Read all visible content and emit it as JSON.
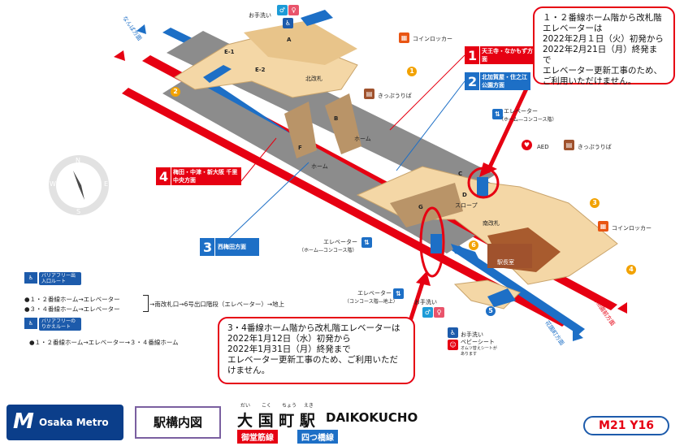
{
  "station": {
    "title_ja": "大 国 町 駅",
    "title_en": "DAIKOKUCHO",
    "ruby": [
      "だい",
      "こく",
      "ちょう",
      "えき"
    ],
    "map_label": "駅構内図",
    "line1": "御堂筋線",
    "line2": "四つ橋線",
    "codes": "M21 Y16",
    "logo_text": "Osaka Metro"
  },
  "platforms": {
    "p1_num": "1",
    "p1_dest": "天王寺・なかもず方面",
    "p2_num": "2",
    "p2_dest": "北加賀屋・住之江公園方面",
    "p3_num": "3",
    "p3_dest": "西梅田方面",
    "p4_num": "4",
    "p4_dest": "梅田・中津・新大阪 千里中央方面",
    "dir_namba": "なんば方面",
    "dir_dobutsuen": "動物園前方面",
    "dir_hanazono": "花園町方面"
  },
  "labels": {
    "home1": "ホーム",
    "home2": "ホーム",
    "north_gate": "北改札",
    "south_gate": "南改札",
    "slope": "スロープ",
    "station_office": "駅長室",
    "coin_locker1": "コインロッカー",
    "coin_locker2": "コインロッカー",
    "ticket1": "きっぷうりば",
    "ticket2": "きっぷうりば",
    "aed": "AED",
    "elev_upper": "エレベーター",
    "elev_upper_sub": "（ホーム―コンコース階）",
    "elev_mid": "エレベーター",
    "elev_mid_sub": "（ホーム―コンコース階）",
    "elev_low": "エレベーター",
    "elev_low_sub": "（コンコース階―地上）",
    "restroom1": "お手洗い",
    "restroom2": "お手洗い",
    "restroom3": "お手洗い",
    "baby_seat": "ベビーシート",
    "baby_sub": "オムツ替えシートがあります",
    "letters": [
      "A",
      "B",
      "C",
      "D",
      "E-1",
      "E-2",
      "F",
      "G"
    ],
    "exits": [
      "1",
      "2",
      "3",
      "4",
      "5",
      "6"
    ]
  },
  "legend": {
    "route1_badge": "バリアフリー出入口ルート",
    "route1_line1": "●１・２番線ホーム→エレベーター",
    "route1_line2": "●３・４番線ホーム→エレベーター",
    "route1_tail": "→南改札口→6号出口階段（エレベーター）→地上",
    "route2_badge": "バリアフリーのりかえルート",
    "route2_line1": "●１・２番線ホーム→エレベーター→３・４番線ホーム"
  },
  "notices": {
    "top": [
      "１・２番線ホーム階から改札階",
      "エレベーターは",
      "2022年2月１日（火）初発から",
      "2022年2月21日（月）終発まで",
      "エレベーター更新工事のため、",
      "ご利用いただけません。"
    ],
    "bottom": [
      "3・4番線ホーム階から改札階エレベーターは",
      "2022年1月12日（水）初発から",
      "2022年1月31日（月）終発まで",
      "エレベーター更新工事のため、ご利用いただ",
      "けません。"
    ]
  },
  "compass": {
    "n": "N",
    "e": "E",
    "s": "S",
    "w": "W"
  },
  "colors": {
    "red": "#e60012",
    "blue": "#1d6fc6",
    "navy": "#0b3e8a",
    "orange": "#f2a200",
    "beige": "#f4d7a6",
    "grey": "#8c8c8c"
  }
}
